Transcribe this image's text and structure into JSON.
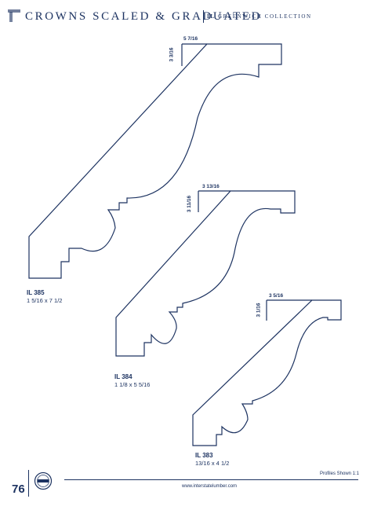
{
  "header": {
    "title": "CROWNS SCALED & GRADUATED",
    "collection_code": "IL",
    "collection_name": "GREENWICH COLLECTION"
  },
  "profiles": [
    {
      "code": "IL 385",
      "size": "1 5/16 x 7 1/2",
      "dim_width": "5 7/16",
      "dim_height": "3 3/16"
    },
    {
      "code": "IL 384",
      "size": "1 1/8 x 5 5/16",
      "dim_width": "3 13/16",
      "dim_height": "3 11/16"
    },
    {
      "code": "IL 383",
      "size": "13/16 x 4 1/2",
      "dim_width": "3 5/16",
      "dim_height": "3 1/16"
    }
  ],
  "footer": {
    "page_number": "76",
    "scale_note": "Profiles Shown 1:1",
    "url": "www.interstatelumber.com"
  },
  "colors": {
    "ink": "#1d3361"
  }
}
